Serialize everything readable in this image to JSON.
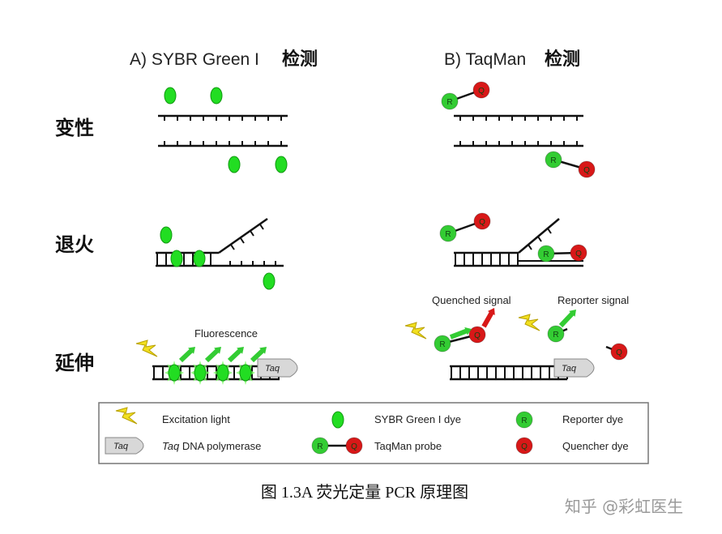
{
  "titles": {
    "a_label": "A) SYBR Green I",
    "a_cn": "检测",
    "b_label": "B) TaqMan",
    "b_cn": "检测"
  },
  "steps": {
    "denature": "变性",
    "anneal": "退火",
    "extend": "延伸"
  },
  "annotations": {
    "fluorescence": "Fluorescence",
    "quenched_signal": "Quenched signal",
    "reporter_signal": "Reporter signal",
    "taq": "Taq",
    "reporter_letter": "R",
    "quencher_letter": "Q"
  },
  "legend": {
    "excitation_light": "Excitation light",
    "sybr_dye": "SYBR Green I dye",
    "reporter_dye": "Reporter dye",
    "taq_badge": "Taq",
    "taq_polymerase_italic": "Taq",
    "taq_polymerase_rest": " DNA polymerase",
    "taqman_probe": "TaqMan probe",
    "quencher_dye": "Quencher dye"
  },
  "caption": "图 1.3A  荧光定量 PCR 原理图",
  "watermark": "知乎 @彩虹医生",
  "colors": {
    "sybr_green": "#22dd22",
    "reporter_green": "#33cc33",
    "quencher_red": "#d81818",
    "lightning_yellow": "#f2e020",
    "taq_grey": "#d8d8d8",
    "dna_black": "#111111"
  }
}
